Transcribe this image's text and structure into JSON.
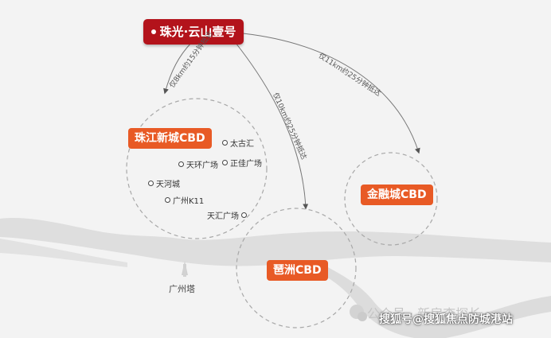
{
  "origin": {
    "label": "珠光·云山壹号"
  },
  "routes": [
    {
      "id": "zhujiang",
      "label": "仅8km约15分钟抵达"
    },
    {
      "id": "pazhou",
      "label": "仅10km约25分钟抵达"
    },
    {
      "id": "jinrong",
      "label": "仅11km约25分钟抵达"
    }
  ],
  "cbds": [
    {
      "id": "zhujiang",
      "label": "珠江新城CBD"
    },
    {
      "id": "pazhou",
      "label": "琶洲CBD"
    },
    {
      "id": "jinrong",
      "label": "金融城CBD"
    }
  ],
  "pois": [
    "太古汇",
    "天环广场",
    "正佳广场",
    "天河城",
    "广州K11",
    "天汇广场"
  ],
  "landmark": {
    "label": "广州塔"
  },
  "brand": {
    "text": "公众号 · 新房李探长"
  },
  "watermark": {
    "text": "搜狐号@搜狐焦点防城港站"
  },
  "colors": {
    "origin_bg": "#b3131b",
    "cbd_bg": "#e85a25",
    "river": "#dedede",
    "ring": "#a8a8a8"
  }
}
